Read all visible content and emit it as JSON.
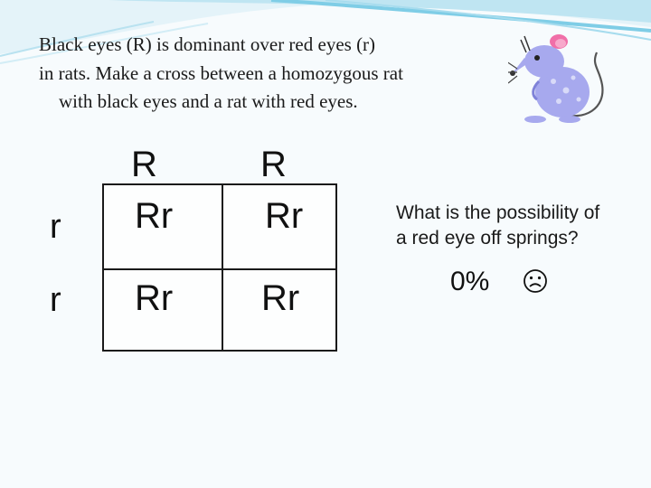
{
  "question": {
    "line1": "Black eyes (R) is dominant over red eyes (r)",
    "line2": "in rats. Make a cross between a homozygous rat",
    "line3": "with black eyes and a rat with red eyes."
  },
  "punnett": {
    "col_headers": [
      "R",
      "R"
    ],
    "row_headers": [
      "r",
      "r"
    ],
    "cells": [
      [
        "Rr",
        "Rr"
      ],
      [
        "Rr",
        "Rr"
      ]
    ]
  },
  "side": {
    "question_line1": "What is the possibility of",
    "question_line2": "a red eye off springs?",
    "answer": "0%",
    "emoji_icon": "sad-face-icon"
  },
  "colors": {
    "wave_light": "#dff1f8",
    "wave_mid": "#a9dcec",
    "wave_accent": "#5fc0de",
    "rat_body": "#a7a9ee",
    "rat_ear": "#f06fa8"
  }
}
